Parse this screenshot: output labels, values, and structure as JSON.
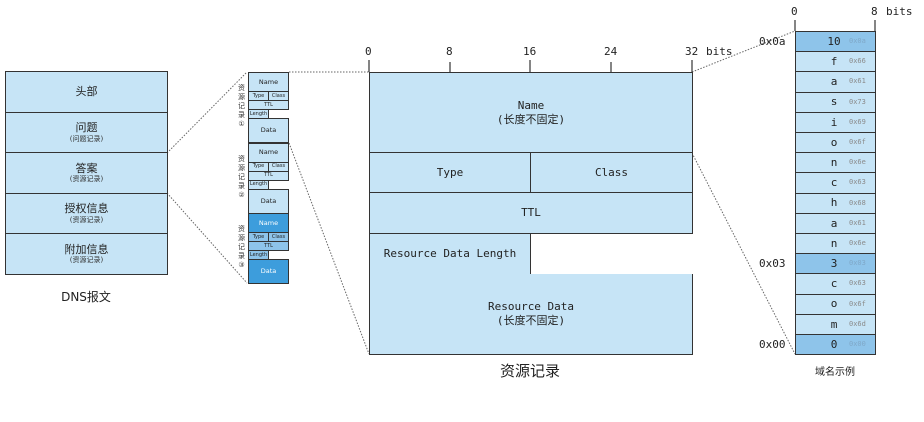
{
  "dns_message": {
    "caption": "DNS报文",
    "sections": [
      {
        "name": "头部",
        "sub": ""
      },
      {
        "name": "问题",
        "sub": "(问题记录)"
      },
      {
        "name": "答案",
        "sub": "(资源记录)"
      },
      {
        "name": "授权信息",
        "sub": "(资源记录)"
      },
      {
        "name": "附加信息",
        "sub": "(资源记录)"
      }
    ]
  },
  "record_stack": {
    "records": [
      {
        "label": [
          "资",
          "源",
          "记",
          "录",
          "①"
        ],
        "name": "Name",
        "type": "Type",
        "class": "Class",
        "ttl": "TTL",
        "length": "Length",
        "data": "Data"
      },
      {
        "label": [
          "资",
          "源",
          "记",
          "录",
          "②"
        ],
        "name": "Name",
        "type": "Type",
        "class": "Class",
        "ttl": "TTL",
        "length": "Length",
        "data": "Data"
      },
      {
        "label": [
          "资",
          "源",
          "记",
          "录",
          "③"
        ],
        "name": "Name",
        "type": "Type",
        "class": "Class",
        "ttl": "TTL",
        "length": "Length",
        "data": "Data"
      }
    ]
  },
  "resource_record": {
    "caption": "资源记录",
    "axis": {
      "ticks": [
        "0",
        "8",
        "16",
        "24",
        "32"
      ],
      "unit": "bits"
    },
    "fields": {
      "name": {
        "label": "Name",
        "sub": "(长度不固定)"
      },
      "type": "Type",
      "class": "Class",
      "ttl": "TTL",
      "rdlength": "Resource Data Length",
      "rdata": {
        "label": "Resource Data",
        "sub": "(长度不固定)"
      }
    }
  },
  "domain_example": {
    "caption": "域名示例",
    "axis": {
      "ticks": [
        "0",
        "8"
      ],
      "unit": "bits"
    },
    "offsets": [
      {
        "label": "0x0a",
        "row": 0
      },
      {
        "label": "0x03",
        "row": 11
      },
      {
        "label": "0x00",
        "row": 15
      }
    ],
    "bytes": [
      {
        "char": "10",
        "hex": "0x0a",
        "highlight": true
      },
      {
        "char": "f",
        "hex": "0x66",
        "highlight": false
      },
      {
        "char": "a",
        "hex": "0x61",
        "highlight": false
      },
      {
        "char": "s",
        "hex": "0x73",
        "highlight": false
      },
      {
        "char": "i",
        "hex": "0x69",
        "highlight": false
      },
      {
        "char": "o",
        "hex": "0x6f",
        "highlight": false
      },
      {
        "char": "n",
        "hex": "0x6e",
        "highlight": false
      },
      {
        "char": "c",
        "hex": "0x63",
        "highlight": false
      },
      {
        "char": "h",
        "hex": "0x68",
        "highlight": false
      },
      {
        "char": "a",
        "hex": "0x61",
        "highlight": false
      },
      {
        "char": "n",
        "hex": "0x6e",
        "highlight": false
      },
      {
        "char": "3",
        "hex": "0x03",
        "highlight": true
      },
      {
        "char": "c",
        "hex": "0x63",
        "highlight": false
      },
      {
        "char": "o",
        "hex": "0x6f",
        "highlight": false
      },
      {
        "char": "m",
        "hex": "0x6d",
        "highlight": false
      },
      {
        "char": "0",
        "hex": "0x00",
        "highlight": true
      }
    ]
  },
  "colors": {
    "light": "#c6e4f6",
    "medium": "#8ec4ea",
    "dark": "#3d9ddc"
  }
}
